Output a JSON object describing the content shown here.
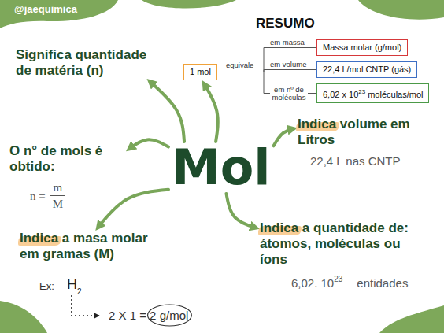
{
  "diagram": {
    "title": "RESUMO",
    "nodes": [
      {
        "text": [
          "Mol"
        ]
      },
      {
        "text": [
          "Significa quantidade de matéria (n)"
        ]
      },
      {
        "text": [
          "O n° de mols é obtido:",
          "n =",
          "m",
          "M"
        ]
      },
      {
        "text": [
          "Indica a masa molar em gramas (M)"
        ]
      },
      {
        "text": [
          "Indica volume em Litros",
          "22,4 L nas CNTP"
        ]
      },
      {
        "text": [
          "Indica a quantidade de: átomos, moléculas ou íons",
          "6,02. 10",
          "23",
          "entidades"
        ]
      },
      {
        "text": [
          "1 mol"
        ]
      },
      {
        "text": [
          "Massa molar (g/mol)"
        ]
      },
      {
        "text": [
          "22,4 L/mol CNTP (gás)"
        ]
      },
      {
        "text": [
          "6,02 x 10",
          "23",
          "moléculas/mol"
        ]
      }
    ],
    "edges": [
      {
        "from": 0,
        "to": 1,
        "arrow": "to"
      },
      {
        "from": 0,
        "to": 2,
        "arrow": "to"
      },
      {
        "from": 0,
        "to": 3,
        "arrow": "to"
      },
      {
        "from": 0,
        "to": 4,
        "arrow": "to"
      },
      {
        "from": 0,
        "to": 5,
        "arrow": "to"
      },
      {
        "from": 0,
        "to": 6,
        "arrow": "to"
      },
      {
        "from": 6,
        "to": 7,
        "label": "em massa",
        "arrow": "none"
      },
      {
        "from": 6,
        "to": 8,
        "label": "em volume",
        "arrow": "none"
      },
      {
        "from": 6,
        "to": 9,
        "label": "em nº de moléculas",
        "arrow": "none"
      }
    ],
    "labels": [
      "@jaequimica",
      "equivale",
      "Ex:",
      "H",
      "2",
      "2 X 1 = 2 g/mol"
    ]
  }
}
